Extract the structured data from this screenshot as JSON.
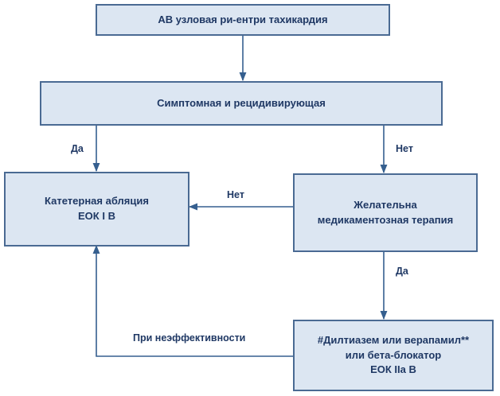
{
  "nodes": {
    "avnrt": {
      "line1": "АВ узловая ри-ентри тахикардия"
    },
    "symptomatic": {
      "line1": "Симптомная и рецидивирующая"
    },
    "ablation": {
      "line1": "Катетерная абляция",
      "line2": "ЕОК I B"
    },
    "drug_preferred": {
      "line1": "Желательна",
      "line2": "медикаментозная терапия"
    },
    "drugs": {
      "line1": "#Дилтиазем или верапамил**",
      "line2": "или бета-блокатор",
      "line3": "ЕОК IIa B"
    }
  },
  "edges": {
    "yes_to_ablation": "Да",
    "no_to_drug": "Нет",
    "no_drug_to_ablation": "Нет",
    "yes_drug_to_drugs": "Да",
    "ineffective": "При неэффективности"
  },
  "colors": {
    "box_fill": "#dce6f2",
    "box_border": "#4a6a93",
    "text": "#1f3864",
    "arrow": "#355f8f"
  }
}
